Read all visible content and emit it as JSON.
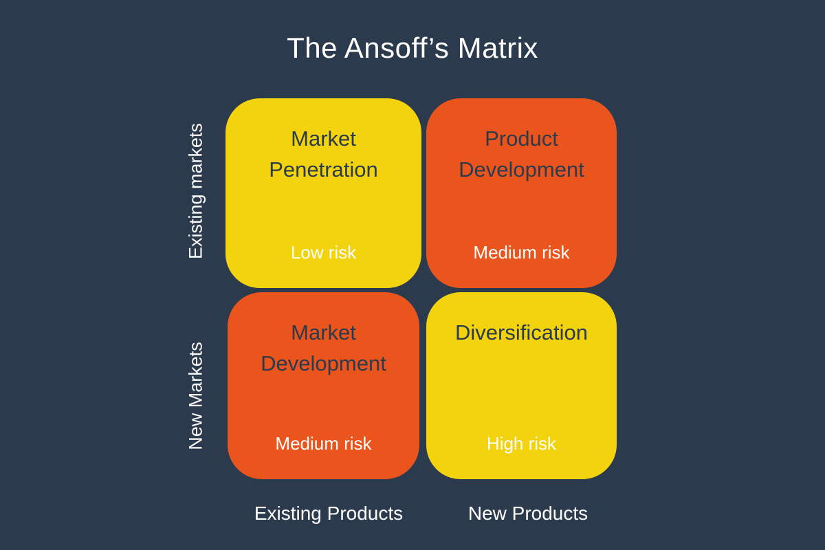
{
  "title": "The Ansoff’s Matrix",
  "colors": {
    "background": "#2C3A4D",
    "yellow": "#F3D30D",
    "orange": "#EA551E",
    "dark_text": "#2C3A4D",
    "light_text": "#FFFFFF"
  },
  "axes": {
    "y_top": "Existing markets",
    "y_bottom": "New Markets",
    "x_left": "Existing Products",
    "x_right": "New Products"
  },
  "quadrants": [
    {
      "name": "Market Penetration",
      "risk": "Low risk",
      "color": "yellow",
      "position": "top-left"
    },
    {
      "name": "Product Development",
      "risk": "Medium risk",
      "color": "orange",
      "position": "top-right"
    },
    {
      "name": "Market Development",
      "risk": "Medium risk",
      "color": "orange",
      "position": "bottom-left"
    },
    {
      "name": "Diversification",
      "risk": "High risk",
      "color": "yellow",
      "position": "bottom-right"
    }
  ]
}
